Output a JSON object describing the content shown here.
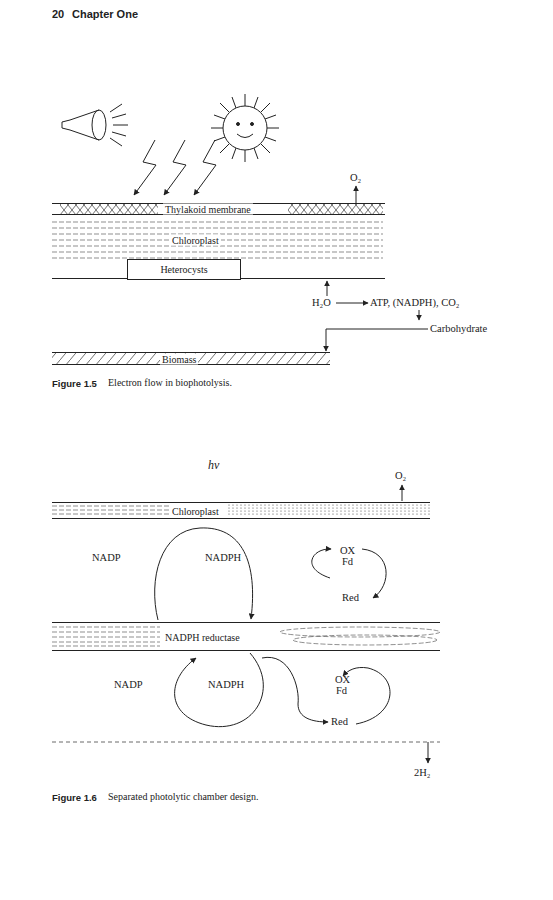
{
  "diagram": {
    "nodes": [
      {
        "text": [
          "Thylakoid membrane"
        ]
      },
      {
        "text": [
          "Chloroplast"
        ]
      },
      {
        "text": [
          "Heterocysts"
        ]
      },
      {
        "text": [
          "Biomass"
        ]
      },
      {
        "text": [
          "Chloroplast"
        ]
      },
      {
        "text": [
          "NADPH reductase"
        ]
      }
    ],
    "labels": [
      "20",
      "Chapter One",
      "O₂",
      "H₂O",
      "ATP, (NADPH), CO₂",
      "Carbohydrate",
      "Figure 1.5",
      "Electron flow in biophotolysis.",
      "hν",
      "O₂",
      "NADP",
      "NADPH",
      "OX",
      "Fd",
      "Red",
      "NADP",
      "NADPH",
      "OX",
      "Fd",
      "Red",
      "2H₂",
      "Figure 1.6",
      "Separated photolytic chamber design."
    ]
  }
}
